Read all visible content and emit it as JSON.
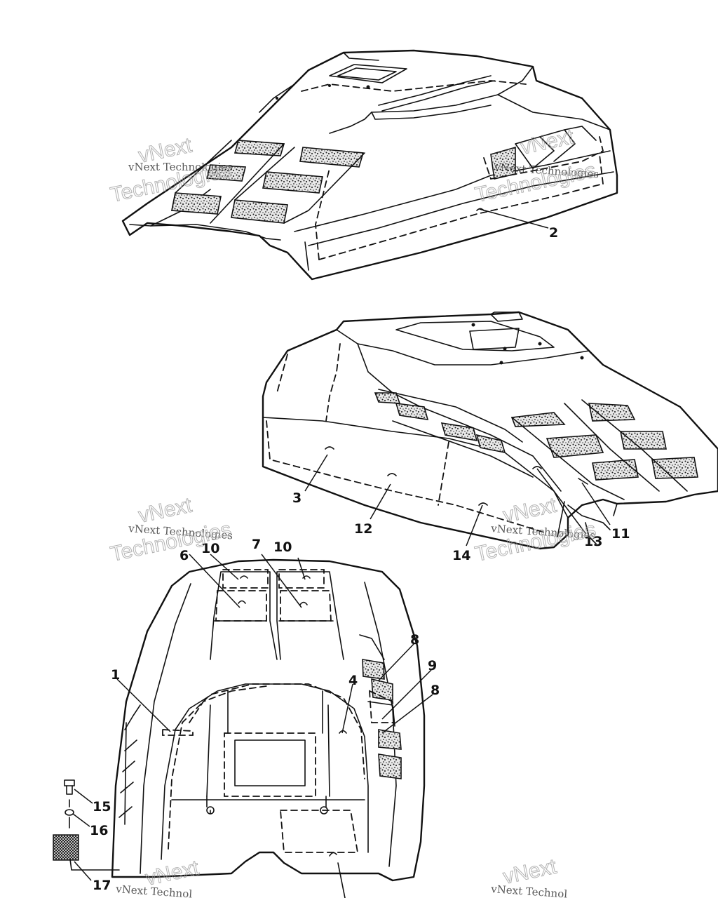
{
  "callouts": [
    {
      "id": "2",
      "label": "2"
    },
    {
      "id": "3",
      "label": "3"
    },
    {
      "id": "12",
      "label": "12"
    },
    {
      "id": "14",
      "label": "14"
    },
    {
      "id": "13",
      "label": "13"
    },
    {
      "id": "11",
      "label": "11"
    },
    {
      "id": "6",
      "label": "6"
    },
    {
      "id": "10a",
      "label": "10"
    },
    {
      "id": "7",
      "label": "7"
    },
    {
      "id": "10b",
      "label": "10"
    },
    {
      "id": "8a",
      "label": "8"
    },
    {
      "id": "9",
      "label": "9"
    },
    {
      "id": "8b",
      "label": "8"
    },
    {
      "id": "4",
      "label": "4"
    },
    {
      "id": "1",
      "label": "1"
    },
    {
      "id": "15",
      "label": "15"
    },
    {
      "id": "16",
      "label": "16"
    },
    {
      "id": "17",
      "label": "17"
    }
  ],
  "watermark": {
    "brand_top": "vNext",
    "brand_line": "vNext Technologies",
    "brand_bottom": "Technologies",
    "brand_line_short": "vNext Technol"
  }
}
